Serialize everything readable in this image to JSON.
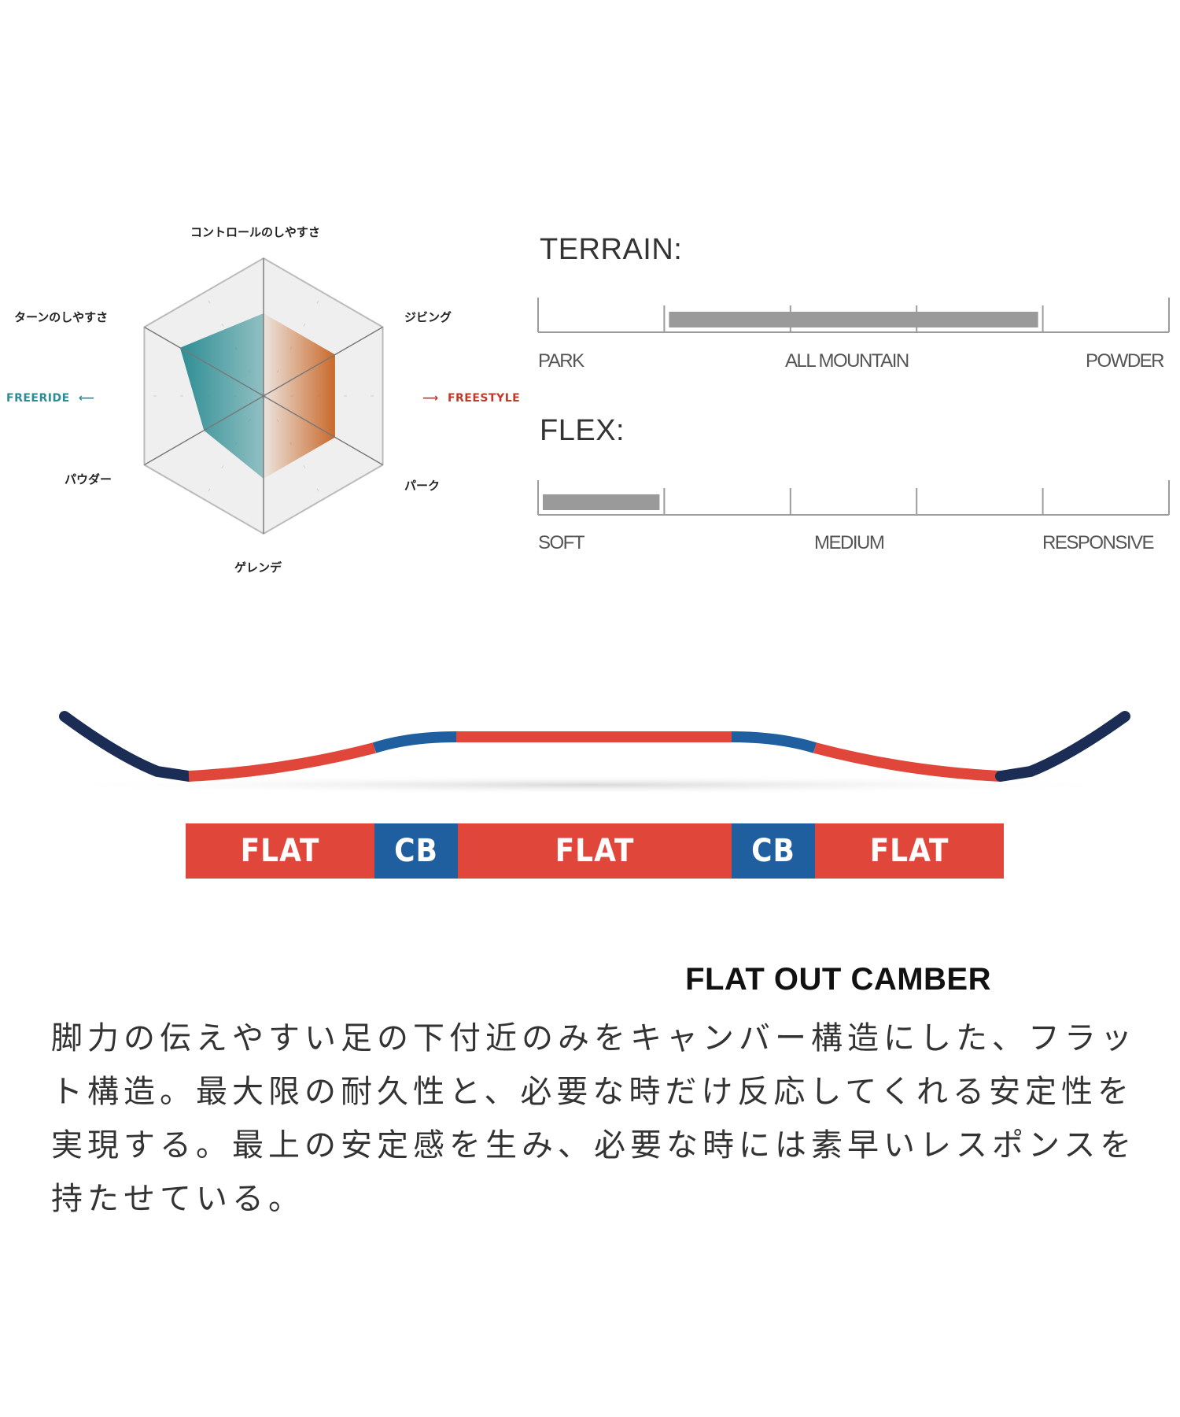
{
  "radar": {
    "axes": [
      "コントロールのしやすさ",
      "ジビング",
      "パーク",
      "ゲレンデ",
      "パウダー",
      "ターンのしやすさ"
    ],
    "left_label": "FREERIDE",
    "right_label": "FREESTYLE",
    "left_arrow": "⟵",
    "right_arrow": "⟶",
    "freeride_values": [
      0.6,
      0,
      0.6,
      0.6,
      0.5,
      0.7
    ],
    "freestyle_values": [
      0.6,
      0.6,
      0.6,
      0.6,
      0,
      0
    ],
    "colors": {
      "freeride": "#2e8e94",
      "freestyle": "#c9692a",
      "freeride_label": "#2a8c94",
      "freestyle_label": "#c0392b"
    }
  },
  "terrain": {
    "title": "TERRAIN:",
    "labels": [
      "PARK",
      "ALL MOUNTAIN",
      "POWDER"
    ],
    "range": [
      0.2,
      0.8
    ]
  },
  "flex": {
    "title": "FLEX:",
    "labels": [
      "SOFT",
      "MEDIUM",
      "RESPONSIVE"
    ],
    "range": [
      0.0,
      0.2
    ]
  },
  "profile": {
    "segments": [
      {
        "label": "FLAT",
        "kind": "flat"
      },
      {
        "label": "CB",
        "kind": "cb"
      },
      {
        "label": "FLAT",
        "kind": "flat"
      },
      {
        "label": "CB",
        "kind": "cb"
      },
      {
        "label": "FLAT",
        "kind": "flat"
      }
    ],
    "colors": {
      "flat": "#e0463a",
      "cb": "#1f5fa0",
      "nose": "#1b2d55",
      "bar_gray": "#9a9a9a"
    },
    "title": "FLAT OUT CAMBER",
    "description": "脚力の伝えやすい足の下付近のみをキャンバー構造にした、フラット構造。最大限の耐久性と、必要な時だけ反応してくれる安定性を実現する。最上の安定感を生み、必要な時には素早いレスポンスを持たせている。"
  }
}
